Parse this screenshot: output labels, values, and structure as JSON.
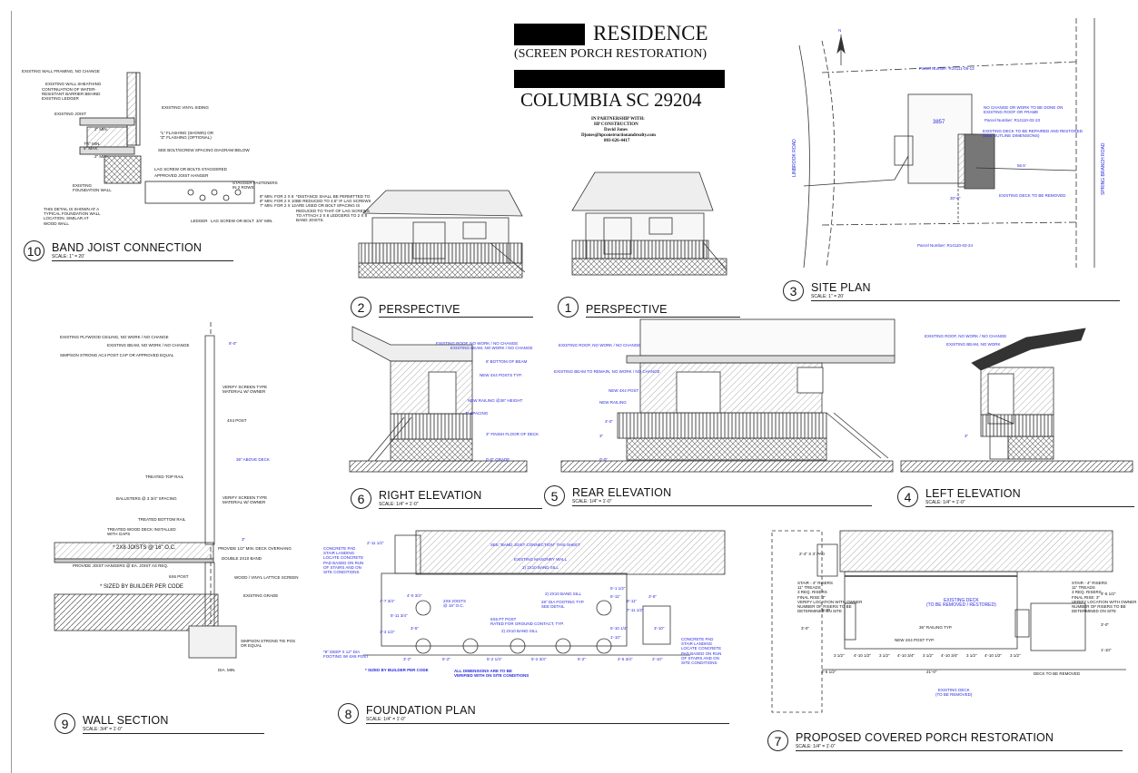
{
  "title_block": {
    "project": "RESIDENCE",
    "subtitle": "(SCREEN PORCH RESTORATION)",
    "city": "COLUMBIA SC 29204",
    "partnership": "IN PARTNERSHIP WITH:",
    "company": "HP CONSTRUCTION",
    "contact_name": "David Jones",
    "email": "Djones@hpconstructionandrealty.com",
    "phone": "803-626-4417"
  },
  "details": [
    {
      "num": "10",
      "name": "BAND JOIST CONNECTION",
      "scale": "SCALE: 1\" = 20'"
    },
    {
      "num": "2",
      "name": "PERSPECTIVE",
      "scale": ""
    },
    {
      "num": "1",
      "name": "PERSPECTIVE",
      "scale": ""
    },
    {
      "num": "3",
      "name": "SITE PLAN",
      "scale": "SCALE: 1\" = 20'"
    },
    {
      "num": "6",
      "name": "RIGHT ELEVATION",
      "scale": "SCALE: 1/4\" = 1'-0\""
    },
    {
      "num": "5",
      "name": "REAR ELEVATION",
      "scale": "SCALE: 1/4\" = 1'-0\""
    },
    {
      "num": "4",
      "name": "LEFT ELEVATION",
      "scale": "SCALE: 1/4\" = 1'-0\""
    },
    {
      "num": "9",
      "name": "WALL SECTION",
      "scale": "SCALE: 3/4\" = 1'-0\""
    },
    {
      "num": "8",
      "name": "FOUNDATION PLAN",
      "scale": "SCALE: 1/4\" = 1'-0\""
    },
    {
      "num": "7",
      "name": "PROPOSED COVERED PORCH RESTORATION",
      "scale": "SCALE: 1/4\" = 1'-0\""
    }
  ],
  "band_joist_notes": {
    "wall_frame": "EXISTING WALL FRAMING, NO CHANGE",
    "wall_sheath": "EXISTING WALL SHEATHING",
    "water_barrier": "CONTINUATION OF WATER-\nRESISTANT BARRIER BEHIND\nEXISTING LEDGER",
    "siding": "EXISTING VINYL SIDING",
    "joist": "EXISTING JOIST",
    "flashing": "\"L\" FLASHING (SHOWN) OR\n\"Z\" FLASHING (OPTIONAL)",
    "bolt_spacing": "SEE BOLT/SCREW SPACING DIAGRAM BELOW",
    "lag": "LAG SCREW OR BOLTS STAGGERED",
    "hanger": "APPROVED JOIST HANGER",
    "foundation": "EXISTING\nFOUNDATION WALL",
    "typical": "THIS DETAIL IS SHOWN AT A\nTYPICAL FOUNDATION WALL\nLOCATION. SIMILAR AT\nWOOD WALL",
    "stagger": "STAGGER FASTENERS\nIN 2 ROWS",
    "spacing": "8\" MIN. FOR 2 X 8\n8\" MIN. FOR 2 X 10\n7\" MIN. FOR 2 X 12",
    "distance": "*DISTANCE SHALL BE PERMITTED TO\nBE REDUCED TO 4.5\" IF LAG SCREWS\nARE USED OR BOLT SPACING IS\nREDUCED TO THAT OF LAG SCREWS\nTO ATTACH 2 X 8 LEDGERS TO 2 X 8\nBAND JOISTS.",
    "dim_2min_a": "2\" MIN.",
    "dim_max": "7½\" MIN.\n5\" MAX.",
    "dim_2min_b": "2\" MIN.",
    "ledger": "LEDGER",
    "lag_bolt": "LAG SCREW OR BOLT",
    "min34": "3/4\" MIN."
  },
  "site_plan": {
    "parcel_top": "Parcel Number: R14111-05-13",
    "parcel_right": "Parcel Number: R14110-02-23",
    "parcel_bottom": "Parcel Number: R14110-02-24",
    "house_num": "3857",
    "no_change": "NO CHANGE OR WORK TO BE DONE ON\nEXISTING ROOF OR FRAME",
    "deck_restore": "EXISTING DECK TO BE REPAIRED AND RESTORED\n(SEE OUTLINE DIMENSIONS)",
    "deck_remove": "EXISTING DECK TO BE REMOVED",
    "road_left": "LINBROOK ROAD",
    "road_right": "SPRING BRANCH ROAD",
    "dim_right": "56.5'",
    "dim_down": "30'-0\"",
    "north": "N"
  },
  "right_elev_notes": {
    "roof": "EXISTING ROOF, NO WORK / NO CHANGE",
    "beam": "EXISTING BEAM, NO WORK / NO CHANGE",
    "bottom_beam": "8' BOTTOM OF BEAM",
    "posts": "NEW 4X4 POSTS TYP.",
    "railing": "NEW RAILING @36\" HEIGHT",
    "spacing": "4\" SPACING",
    "finish": "3\" FINISH FLOOR OF DECK",
    "grade": "0'-0\" GRADE"
  },
  "rear_elev_notes": {
    "roof": "EXISTING ROOF, NO WORK / NO CHANGE",
    "beam": "EXISTING BEAM TO REMAIN, NO WORK / NO CHANGE",
    "post": "NEW 4X4 POST",
    "railing": "NEW RAILING",
    "h_rail": "3'-0\"",
    "h_floor": "3\"",
    "h_grade": "0'-0\""
  },
  "left_elev_notes": {
    "roof": "EXISTING ROOF, NO WORK / NO CHANGE",
    "beam": "EXISTING BEAM, NO WORK",
    "h": "3\""
  },
  "wall_section_notes": {
    "ceiling": "EXISTING PLYWOOD CEILING, NO WORK / NO CHANGE",
    "beam": "EXISTING BEAM, NO WORK / NO CHANGE",
    "simpson": "SIMPSON STRONG AC4 POST CAP OR APPROVED EQUAL",
    "height": "8'-0\"",
    "screen1": "VERIFY SCREEN TYPE\nMATERIAL W/ OWNER",
    "post": "4X4 POST",
    "above_deck": "36\" ABOVE DECK",
    "top_rail": "TREATED TOP RAIL",
    "balusters": "BALUSTERS @ 3 3/4\" SPACING",
    "screen2": "VERIFY SCREEN TYPE\nMATERIAL W/ OWNER",
    "bottom_rail": "TREATED BOTTOM RAIL",
    "deck": "TREATED WOOD DECK INSTALLED\nWITH GAPS",
    "deck_dim": "3\"",
    "joists": "* 2X8 JOISTS @ 16\" O.C.",
    "overhang": "PROVIDE 1/2\" MIN. DECK OVERHANG",
    "band": "DOUBLE 2X10 BAND",
    "hangers": "PROVIDE JOIST HANGERS @ EA. JOIST AS REQ.",
    "post6": "6X6 POST",
    "lattice": "WOOD / VINYL LATTICE SCREEN",
    "sized": "* SIZED BY BUILDER PER CODE",
    "grade": "EXISTING GRADE",
    "simpson2": "SIMPSON STRONG TIE POS\nOR EQUAL",
    "dia": "DIA. MIN."
  },
  "foundation_notes": {
    "pad_left": "CONCRETE PAD\nSTAIR LANDING\nLOCATE CONCRETE\nPAD BASED ON RUN\nOF STAIRS AND ON\nSITE CONDITIONS",
    "see_band": "SEE \"BAND JOIST CONNECTION\" THIS SHEET",
    "masonry": "EXISTING MASONRY WALL",
    "band_sill": "2) 2X10 BAND SILL",
    "band_sill2": "2) 2X10 BAND SILL",
    "footing": "28\" DIA FOOTING TYP.\nSEE DETAIL",
    "pt_post": "6X6 PT POST\nRATED FOR GROUND CONTACT, TYP.",
    "band_sill3": "2) 2X10 BAND SILL",
    "joists": "2X8 JOISTS\n@ 16\" O.C.",
    "footing_note": "*8\" DEEP X 12\" DIA\nFOOTING W/ 6X6 POST",
    "sized": "* SIZED BY BUILDER PER CODE",
    "verified": "ALL DIMENSIONS ARE TO BE\nVERIFIED WITH ON SITE CONDITIONS",
    "pad_right": "CONCRETE PAD\nSTAIR LANDING\nLOCATE CONCRETE\nPAD BASED ON RUN\nOF STAIRS AND ON\nSITE CONDITIONS",
    "dims_bottom": [
      "3'-2\"",
      "6'-2\"",
      "5'-2 1/4\"",
      "5'-2 3/4\"",
      "5'-2\"",
      "4'-5 3/4\"",
      "2'-10\""
    ],
    "dim_top": "2'-11 1/2\"",
    "dims_left": [
      "4'-7 3/4\"",
      "5'-11 3/4\"",
      "3'-3 1/2\""
    ],
    "dims_inner": [
      "4'-0 3/4\"",
      "3'-5\"",
      "5'-1 1/2\"",
      "6'-11\"",
      "5'-10 1/4\"",
      "3'-10\"",
      "8'-11\"",
      "7'-11 1/2\"",
      "1'-10\"",
      "3'-6\""
    ]
  },
  "porch_plan_notes": {
    "pad": "2'-4\" X 3' PAD",
    "stair_left": "STAIR - 4\" RISERS\n11\" TREADS\n3 REQ. RISERS\nFINAL RISE: 3\"\nVERIFY LOCATION WITH OWNER\nNUMBER OF RISERS TO BE\nDETERMINED ON SITE",
    "stair_right": "STAIR - 4\" RISERS\n11\" TREADS\n3 REQ. RISERS\nFINAL RISE: 3\"\nVERIFY LOCATION WITH OWNER\nNUMBER OF RISERS TO BE\nDETERMINED ON SITE",
    "exist_deck": "EXISTING DECK\n(TO BE REMOVED / RESTORED)",
    "railing": "36\" RAILING TYP.",
    "post": "NEW 4X4 POST TYP.",
    "dims": [
      "3 1/2\"",
      "4'-10 1/2\"",
      "3 1/2\"",
      "4'-10 3/4\"",
      "3 1/2\"",
      "4'-10 3/4\"",
      "3 1/2\"",
      "4'-10 1/2\"",
      "3 1/2\""
    ],
    "total": "21'-0\"",
    "left": "3'-5 1/2\"",
    "deck_remove": "DECK TO BE REMOVED",
    "exist_deck_bottom": "EXISTING DECK\n(TO BE REMOVED)",
    "dims_left": [
      "5'-0\"",
      "3'-0\""
    ],
    "dims_right": [
      "4'-5 1/2\"",
      "3'-0\"",
      "1'-10\""
    ]
  }
}
